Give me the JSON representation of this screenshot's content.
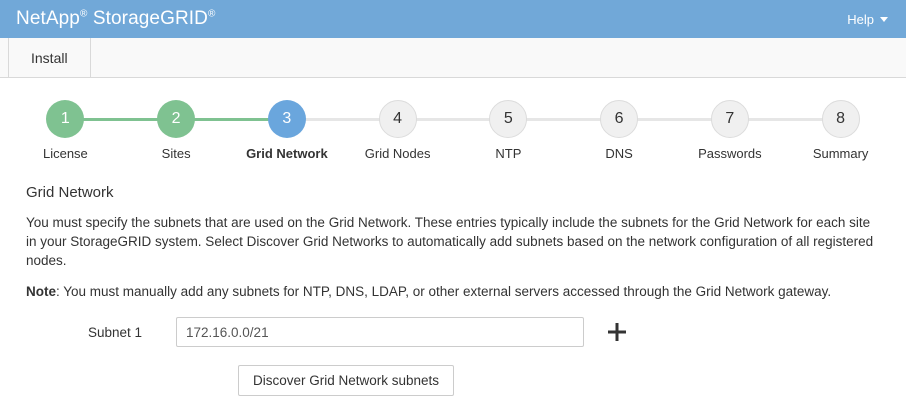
{
  "header": {
    "brand_part1": "NetApp",
    "brand_sup1": "®",
    "brand_part2": " StorageGRID",
    "brand_sup2": "®",
    "help_label": "Help",
    "help_caret_icon": "caret-down-icon",
    "background_color": "#71a8d8"
  },
  "tabs": {
    "items": [
      {
        "label": "Install",
        "active": true
      }
    ]
  },
  "wizard": {
    "steps": [
      {
        "number": "1",
        "label": "License",
        "state": "done"
      },
      {
        "number": "2",
        "label": "Sites",
        "state": "done"
      },
      {
        "number": "3",
        "label": "Grid Network",
        "state": "current"
      },
      {
        "number": "4",
        "label": "Grid Nodes",
        "state": "todo"
      },
      {
        "number": "5",
        "label": "NTP",
        "state": "todo"
      },
      {
        "number": "6",
        "label": "DNS",
        "state": "todo"
      },
      {
        "number": "7",
        "label": "Passwords",
        "state": "todo"
      },
      {
        "number": "8",
        "label": "Summary",
        "state": "todo"
      }
    ],
    "done_color": "#7fc291",
    "current_color": "#6aa6dd",
    "todo_color": "#f0f0f0"
  },
  "main": {
    "section_title": "Grid Network",
    "description": "You must specify the subnets that are used on the Grid Network. These entries typically include the subnets for the Grid Network for each site in your StorageGRID system. Select Discover Grid Networks to automatically add subnets based on the network configuration of all registered nodes.",
    "note_label": "Note",
    "note_text": ": You must manually add any subnets for NTP, DNS, LDAP, or other external servers accessed through the Grid Network gateway.",
    "form": {
      "subnet_label": "Subnet 1",
      "subnet_value": "172.16.0.0/21",
      "subnet_placeholder": "",
      "add_icon": "plus-icon",
      "discover_label": "Discover Grid Network subnets"
    }
  }
}
